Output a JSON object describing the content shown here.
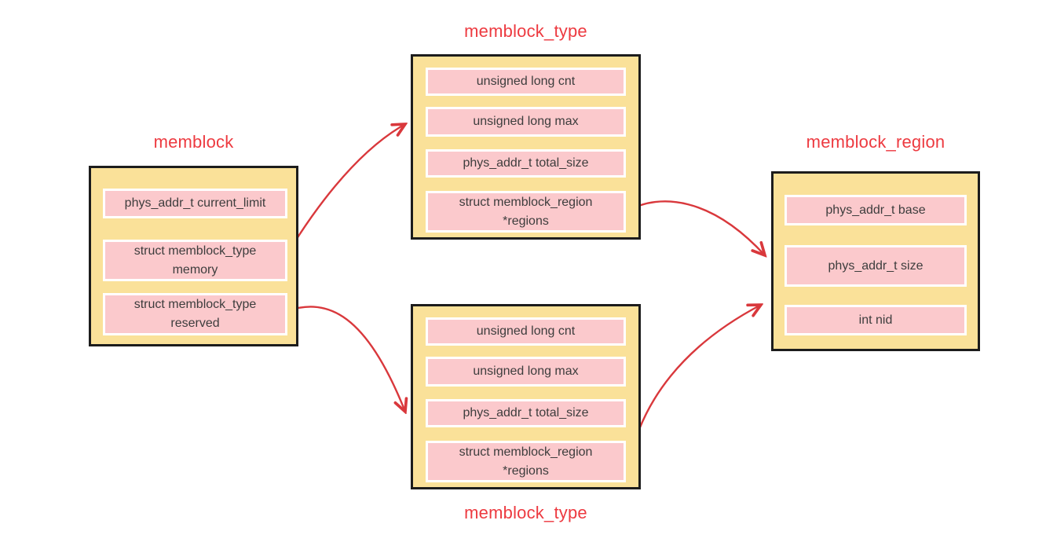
{
  "diagram": {
    "subject": "Linux kernel memblock data structures",
    "colors": {
      "struct_fill": "#fae199",
      "struct_border": "#1c1c1c",
      "field_fill": "#fbc9cc",
      "field_border": "#ffffff",
      "title_color": "#ed3a40",
      "arrow_color": "#d9383c",
      "field_text_color": "#3d3d3d",
      "background": "#ffffff"
    },
    "structs": [
      {
        "id": "memblock",
        "title": "memblock",
        "title_position": "top",
        "fields": [
          "phys_addr_t current_limit",
          "struct memblock_type\nmemory",
          "struct memblock_type\nreserved"
        ]
      },
      {
        "id": "memblock-type-top",
        "title": "memblock_type",
        "title_position": "top",
        "fields": [
          "unsigned long cnt",
          "unsigned long max",
          "phys_addr_t total_size",
          "struct memblock_region\n*regions"
        ]
      },
      {
        "id": "memblock-type-bottom",
        "title": "memblock_type",
        "title_position": "bottom",
        "fields": [
          "unsigned long cnt",
          "unsigned long max",
          "phys_addr_t total_size",
          "struct memblock_region\n*regions"
        ]
      },
      {
        "id": "memblock-region",
        "title": "memblock_region",
        "title_position": "top",
        "fields": [
          "phys_addr_t base",
          "phys_addr_t size",
          "int nid"
        ]
      }
    ],
    "arrows": [
      {
        "from": "memblock.memory",
        "to": "memblock_type (top)"
      },
      {
        "from": "memblock.reserved",
        "to": "memblock_type (bottom)"
      },
      {
        "from": "memblock_type (top).*regions",
        "to": "memblock_region"
      },
      {
        "from": "memblock_type (bottom).*regions",
        "to": "memblock_region"
      }
    ]
  }
}
